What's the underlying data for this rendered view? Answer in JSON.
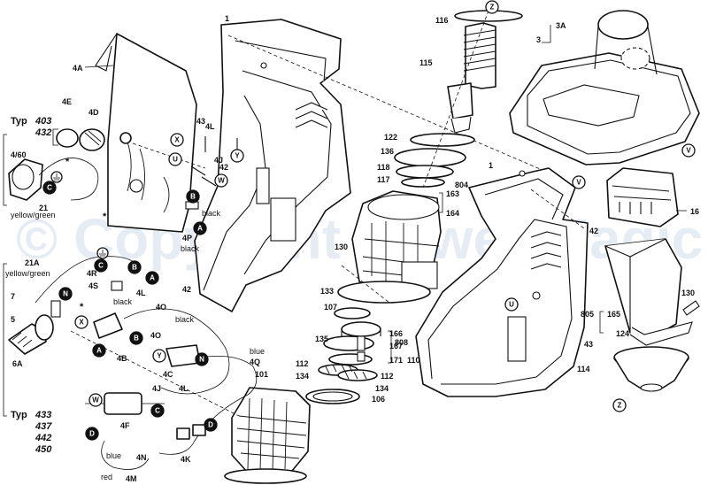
{
  "watermark": "© Copyright Power Magic",
  "type_header_1": {
    "prefix": "Typ",
    "models": [
      "403",
      "432"
    ]
  },
  "type_header_2": {
    "prefix": "Typ",
    "models": [
      "433",
      "437",
      "442",
      "450"
    ]
  },
  "part_numbers": {
    "n1a": "1",
    "n1b": "1",
    "n3": "3",
    "n3A": "3A",
    "n4A": "4A",
    "n4E": "4E",
    "n4D": "4D",
    "n460": "4/60",
    "n21": "21",
    "n21A": "21A",
    "n7": "7",
    "n5": "5",
    "n6A": "6A",
    "n4R": "4R",
    "n4S": "4S",
    "n4L1": "4L",
    "n4L2": "4L",
    "n4L3": "4L",
    "n4J1": "4J",
    "n4J2": "4J",
    "n4P": "4P",
    "n4O1": "4O",
    "n4O2": "4O",
    "n4B": "4B",
    "n4C": "4C",
    "n4Q": "4Q",
    "n4F": "4F",
    "n4K": "4K",
    "n4N": "4N",
    "n4M": "4M",
    "n43a": "43",
    "n43b": "43",
    "n42a": "42",
    "n42b": "42",
    "n42c": "42",
    "n101": "101",
    "n106": "106",
    "n107": "107",
    "n112a": "112",
    "n112b": "112",
    "n114": "114",
    "n115": "115",
    "n116": "116",
    "n117": "117",
    "n118": "118",
    "n122": "122",
    "n124": "124",
    "n130a": "130",
    "n130b": "130",
    "n133": "133",
    "n134a": "134",
    "n134b": "134",
    "n135": "135",
    "n136": "136",
    "n16": "16",
    "n804": "804",
    "n805": "805",
    "n808": "808",
    "n163": "163",
    "n164": "164",
    "n165": "165",
    "n166": "166",
    "n167": "167",
    "n171": "171",
    "n110": "110"
  },
  "wire_labels": {
    "yg1": "yellow/green",
    "yg2": "yellow/green",
    "black1": "black",
    "black2": "black",
    "black3": "black",
    "black4": "black",
    "blue1": "blue",
    "blue2": "blue",
    "red": "red"
  },
  "circle_refs": {
    "Z1": "Z",
    "Z2": "Z",
    "V1": "V",
    "V2": "V",
    "U1": "U",
    "U2": "U",
    "X1": "X",
    "X2": "X",
    "Y1": "Y",
    "Y2": "Y",
    "W1": "W",
    "W2": "W",
    "B1": "B",
    "B2": "B",
    "B3": "B",
    "A1": "A",
    "A2": "A",
    "A3": "A",
    "C1": "C",
    "C2": "C",
    "C3": "C",
    "D1": "D",
    "D2": "D",
    "N1": "N",
    "N2": "N"
  }
}
